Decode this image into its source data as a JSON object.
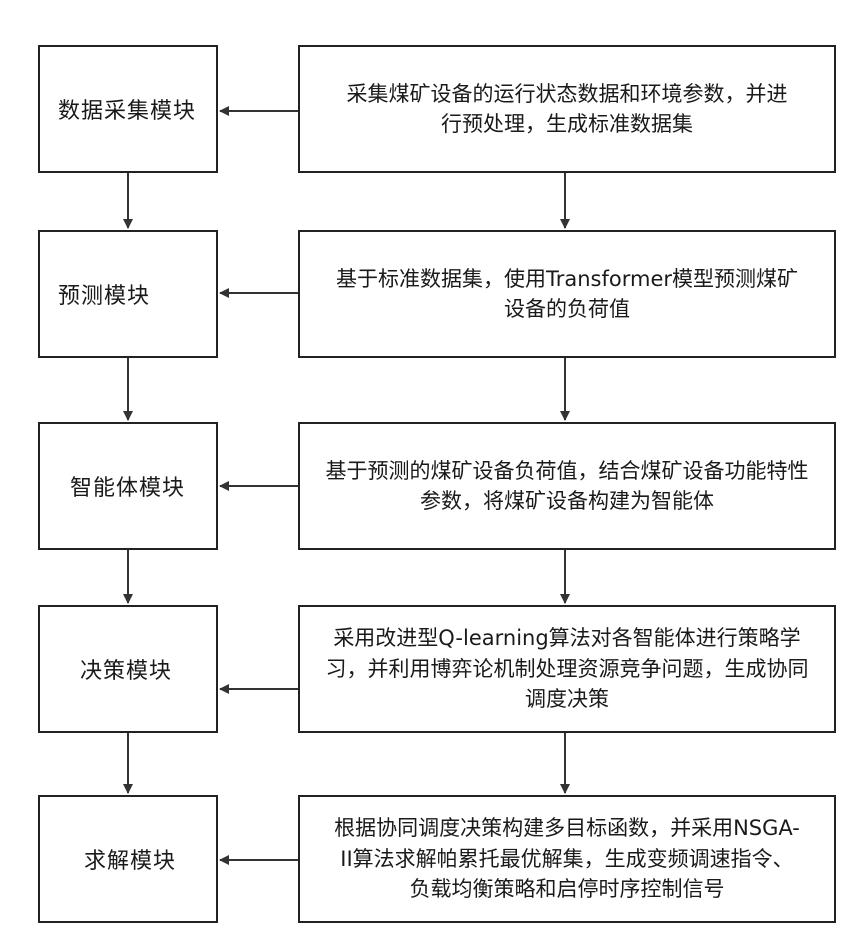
{
  "modules": [
    {
      "label": "数据采集模块"
    },
    {
      "label": "预测模块"
    },
    {
      "label": "智能体模块"
    },
    {
      "label": "决策模块"
    },
    {
      "label": "求解模块"
    }
  ],
  "descriptions": [
    {
      "text": "采集煤矿设备的运行状态数据和环境参数，并进\n行预处理，生成标准数据集"
    },
    {
      "text": "基于标准数据集，使用Transformer模型预测煤矿\n设备的负荷值"
    },
    {
      "text": "基于预测的煤矿设备负荷值，结合煤矿设备功能特性\n参数，将煤矿设备构建为智能体"
    },
    {
      "text": "采用改进型Q-learning算法对各智能体进行策略学\n习，并利用博弈论机制处理资源竞争问题，生成协同\n调度决策"
    },
    {
      "text": "根据协同调度决策构建多目标函数，并采用NSGA-\nII算法求解帕累托最优解集，生成变频调速指令、\n负载均衡策略和启停时序控制信号"
    }
  ]
}
